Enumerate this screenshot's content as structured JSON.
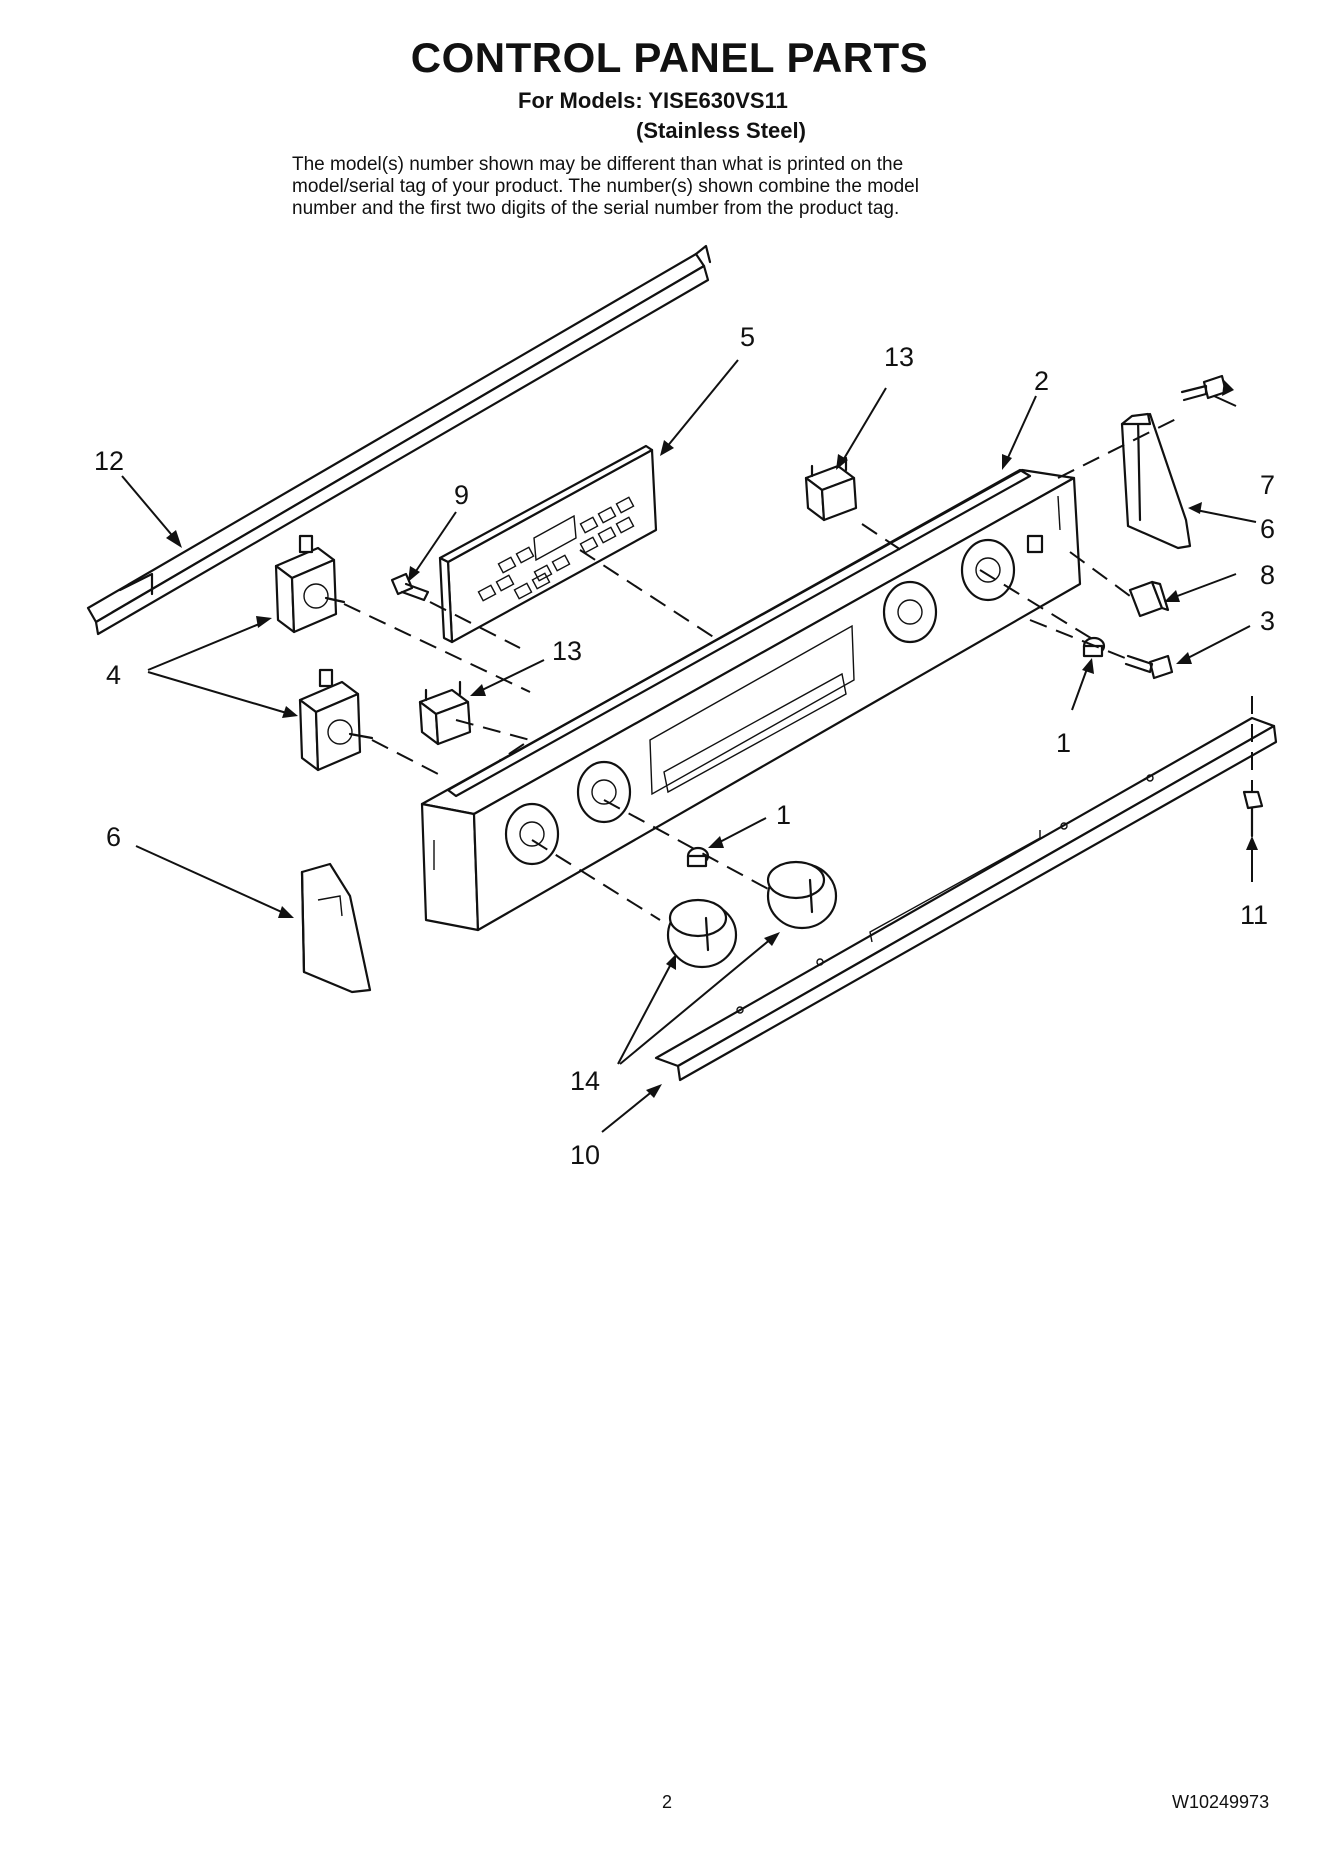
{
  "header": {
    "title": "CONTROL PANEL PARTS",
    "models_line": "For Models: YISE630VS11",
    "variant": "(Stainless Steel)",
    "note_lines": [
      "The model(s) number shown may be different than what is printed on the",
      "model/serial tag of your product. The number(s) shown combine the model",
      "number and the first two digits of the serial number from the product tag."
    ]
  },
  "callouts": {
    "c1a": "1",
    "c1b": "1",
    "c2": "2",
    "c3": "3",
    "c4": "4",
    "c5": "5",
    "c6a": "6",
    "c6b": "6",
    "c7": "7",
    "c8": "8",
    "c9": "9",
    "c10": "10",
    "c11": "11",
    "c12": "12",
    "c13a": "13",
    "c13b": "13",
    "c14": "14"
  },
  "footer": {
    "page_number": "2",
    "document_number": "W10249973"
  }
}
